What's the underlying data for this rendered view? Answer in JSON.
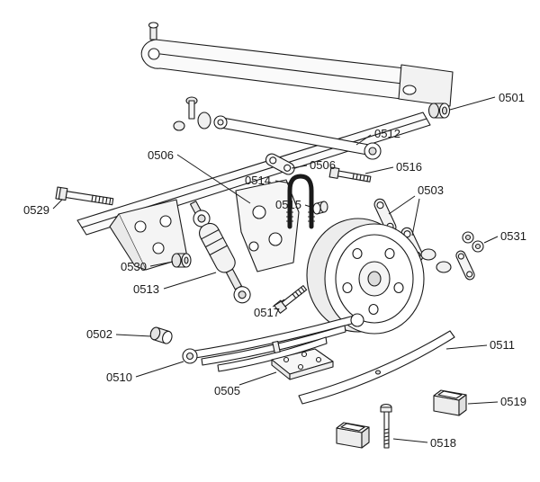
{
  "figure": {
    "background": "#ffffff",
    "line_color": "#1a1a1a"
  },
  "callouts": [
    {
      "label": "0501"
    },
    {
      "label": "0512"
    },
    {
      "label": "0506"
    },
    {
      "label": "0506"
    },
    {
      "label": "0516"
    },
    {
      "label": "0514"
    },
    {
      "label": "0503"
    },
    {
      "label": "0515"
    },
    {
      "label": "0529"
    },
    {
      "label": "0531"
    },
    {
      "label": "0530"
    },
    {
      "label": "0513"
    },
    {
      "label": "0517"
    },
    {
      "label": "0502"
    },
    {
      "label": "0511"
    },
    {
      "label": "0510"
    },
    {
      "label": "0505"
    },
    {
      "label": "0519"
    },
    {
      "label": "0518"
    }
  ]
}
